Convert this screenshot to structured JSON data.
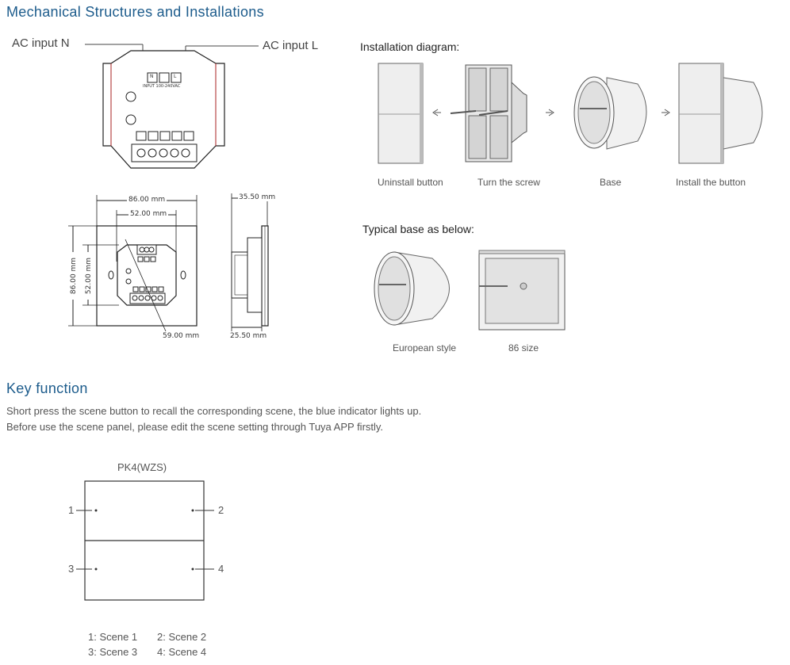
{
  "mechanical": {
    "title": "Mechanical Structures and Installations",
    "ac_input_n": "AC input N",
    "ac_input_l": "AC input L",
    "terminal_n": "N",
    "terminal_l": "L",
    "input_rating": "INPUT 100-240VAC",
    "dim_width_outer": "86.00 mm",
    "dim_width_inner": "52.00 mm",
    "dim_height_outer": "86.00 mm",
    "dim_height_inner": "52.00 mm",
    "dim_bottom": "59.00 mm",
    "dim_depth_total": "35.50 mm",
    "dim_depth_body": "25.50 mm"
  },
  "installation": {
    "title": "Installation diagram:",
    "steps": [
      {
        "label": "Uninstall button"
      },
      {
        "label": "Turn the screw"
      },
      {
        "label": "Base"
      },
      {
        "label": "Install the button"
      }
    ]
  },
  "typical_base": {
    "title": "Typical base as below:",
    "items": [
      {
        "label": "European style"
      },
      {
        "label": "86 size"
      }
    ]
  },
  "key_function": {
    "title": "Key function",
    "line1": "Short press the scene button to recall the corresponding scene, the blue indicator lights up.",
    "line2": "Before use the scene panel, please edit the scene setting through Tuya APP firstly.",
    "panel_model": "PK4(WZS)",
    "keys": [
      "1",
      "2",
      "3",
      "4"
    ],
    "legend": [
      "1: Scene 1",
      "2: Scene 2",
      "3: Scene 3",
      "4: Scene 4"
    ]
  }
}
